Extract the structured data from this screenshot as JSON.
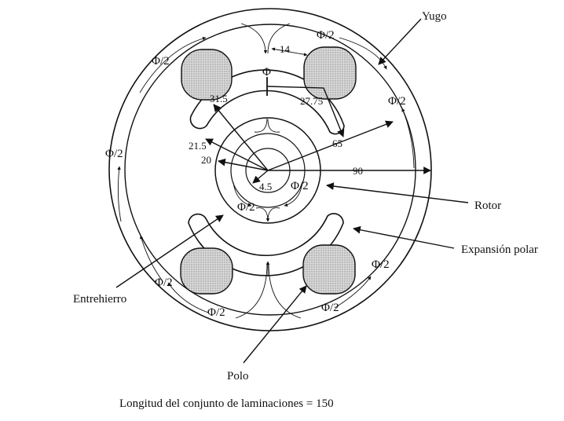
{
  "labels": {
    "yoke": "Yugo",
    "rotor": "Rotor",
    "pole_shoe": "Expansión polar",
    "air_gap": "Entrehierro",
    "pole": "Polo",
    "caption": "Longitud del conjunto de laminaciones = 150"
  },
  "dimensions": {
    "d14": "14",
    "d31_5": "31.5",
    "d27_75": "27.75",
    "d21_5": "21.5",
    "d20": "20",
    "d65": "65",
    "d90": "90",
    "d4_5": "4.5"
  },
  "flux": {
    "phi": "Φ",
    "half": "Φ/2"
  }
}
